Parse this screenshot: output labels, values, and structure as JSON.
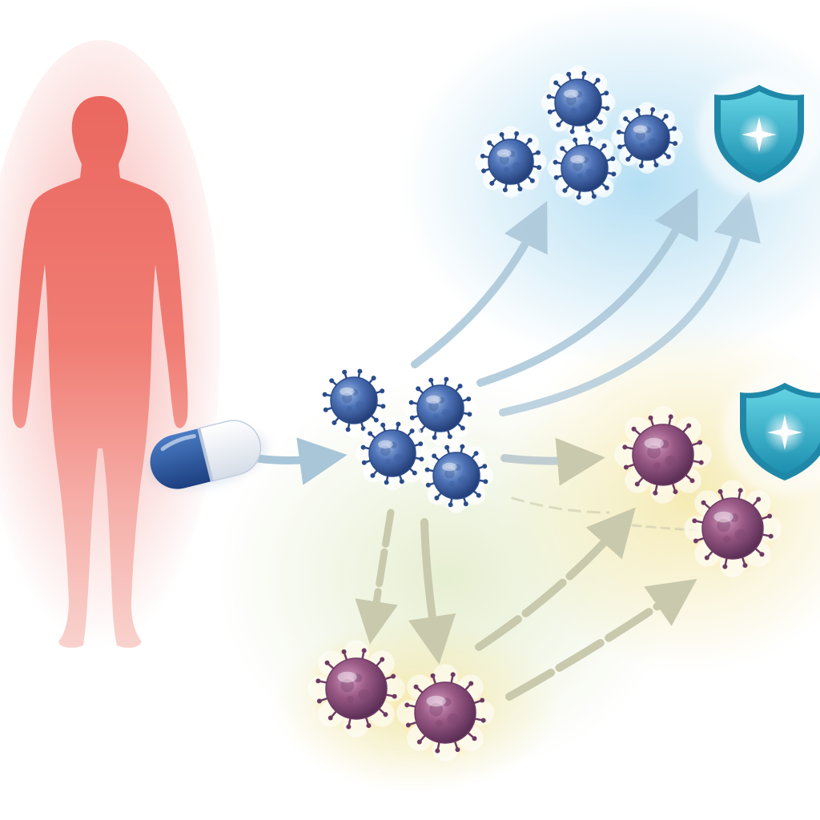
{
  "colors": {
    "body_silhouette": "#ef6f67",
    "capsule_blue": "#2c5fa6",
    "capsule_white": "#f4f7fb",
    "immune_cell": "#4f74b8",
    "infected_cell": "#9a5a86",
    "shield": "#2fb6cc",
    "arrow": "#a9c6d8",
    "arrow_warm": "#c9c9ad",
    "glow_blue": "#bfe3f4",
    "glow_yellow": "#f6ecb4"
  },
  "icons": {
    "person": "human-silhouette-icon",
    "drug": "capsule-icon",
    "immune_cell": "virus-cell-icon",
    "infected_cell": "virus-cell-icon",
    "protection": "shield-icon"
  },
  "groups": {
    "treated_cells": 4,
    "protected_cluster_cells": 4,
    "infected_cells_right": 2,
    "infected_cells_bottom": 2,
    "shields": 2
  }
}
